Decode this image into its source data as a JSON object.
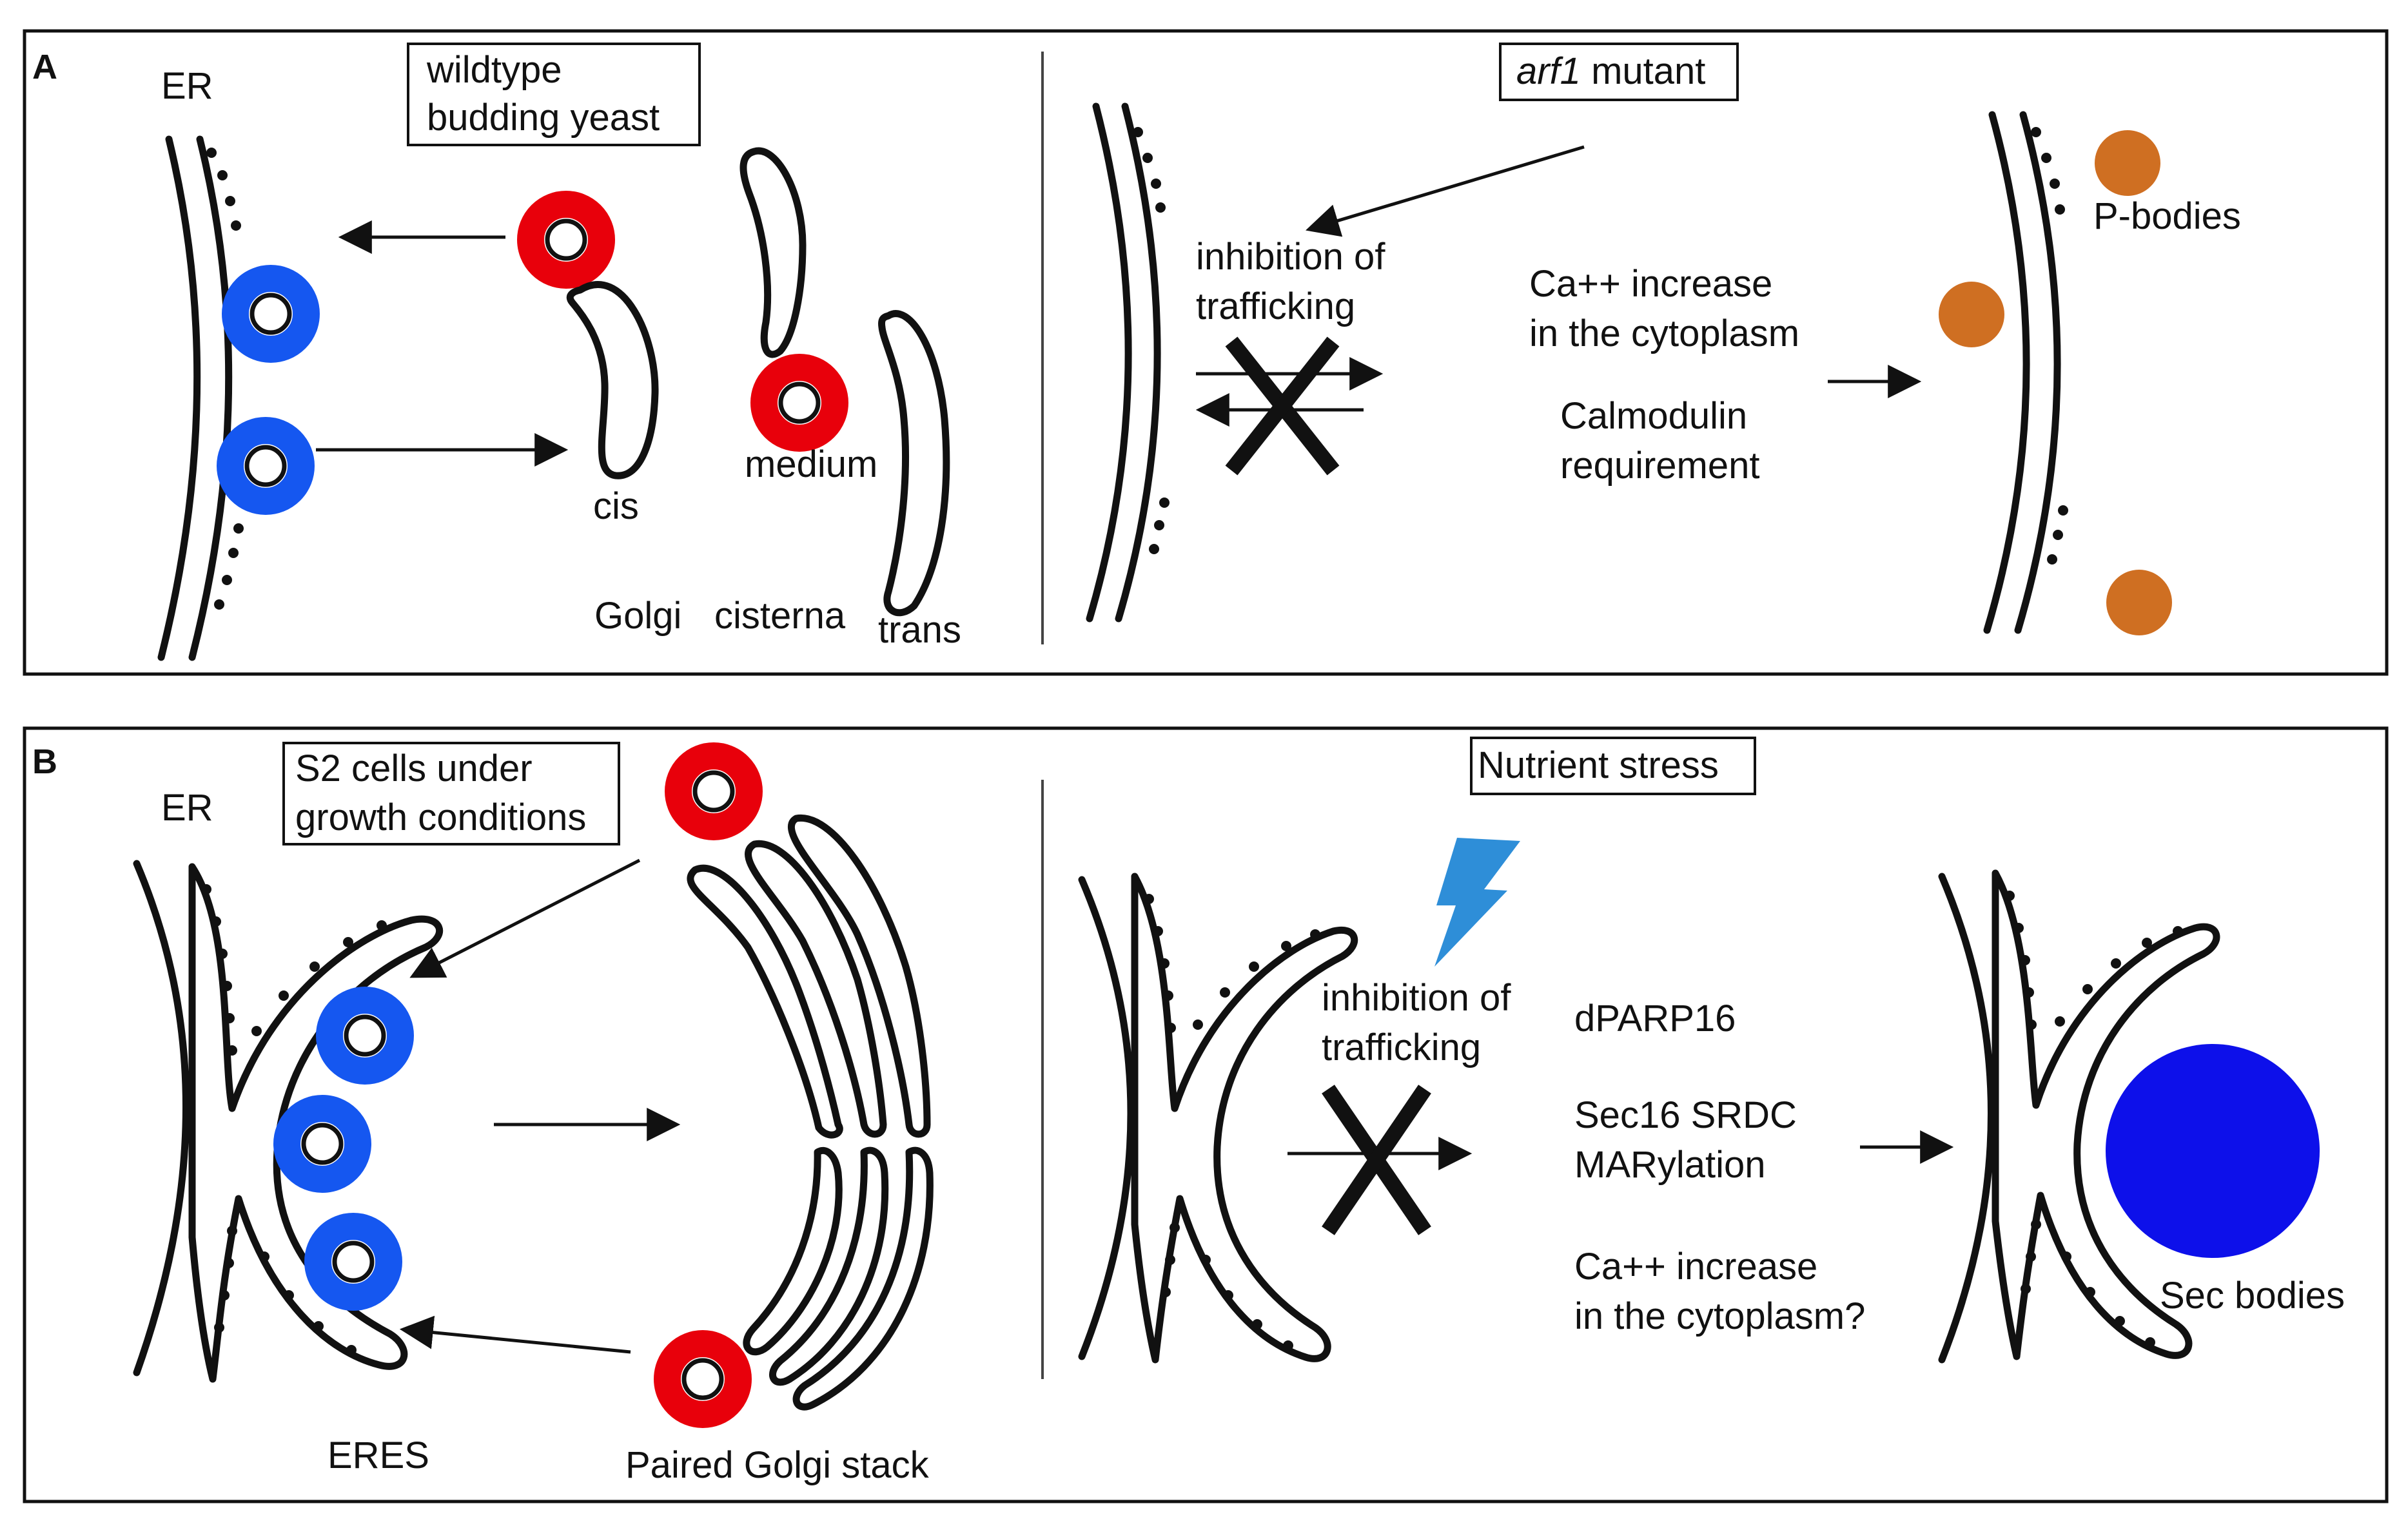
{
  "colors": {
    "copii_vesicle": "#1557f0",
    "copi_vesicle": "#e8000b",
    "p_body": "#cf6f22",
    "sec_body": "#0d10ea",
    "lightning": "#2e8ed8",
    "outline": "#111111"
  },
  "panelA": {
    "letter": "A",
    "er_label": "ER",
    "wildtype_box": [
      "wildtype",
      "budding yeast"
    ],
    "cis_label": "cis",
    "medium_label": "medium",
    "trans_label": "trans",
    "golgi_label": "Golgi",
    "cisterna_label": "cisterna",
    "mutant_box_italic": "arf1",
    "mutant_box_rest": " mutant",
    "inhibition_text": [
      "inhibition of",
      "trafficking"
    ],
    "ca_text": [
      "Ca++ increase",
      "in the cytoplasm"
    ],
    "calmodulin_text": [
      "Calmodulin",
      "requirement"
    ],
    "pbodies_label": "P-bodies"
  },
  "panelB": {
    "letter": "B",
    "er_label": "ER",
    "s2_box": [
      "S2 cells under",
      "growth conditions"
    ],
    "eres_label": "ERES",
    "golgi_stack_label": "Paired Golgi stack",
    "nutrient_box": "Nutrient stress",
    "inhibition_text": [
      "inhibition of",
      "trafficking"
    ],
    "dparp_text": "dPARP16",
    "sec16_text": [
      "Sec16 SRDC",
      "MARylation"
    ],
    "ca_text": [
      "Ca++ increase",
      "in the cytoplasm?"
    ],
    "sec_bodies_label": "Sec bodies"
  }
}
